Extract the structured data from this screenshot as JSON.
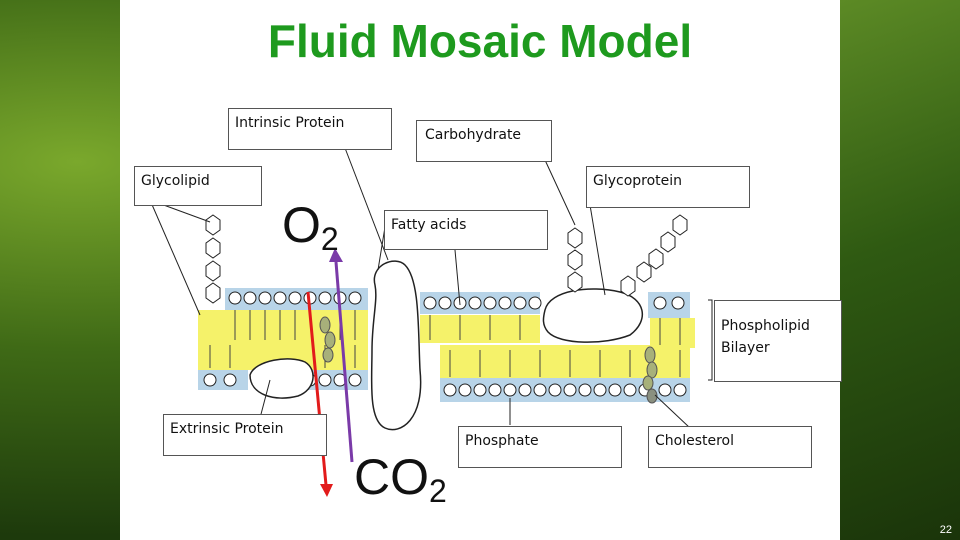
{
  "title": "Fluid Mosaic Model",
  "labels": {
    "intrinsic_protein": "Intrinsic Protein",
    "carbohydrate": "Carbohydrate",
    "glycolipid": "Glycolipid",
    "glycoprotein": "Glycoprotein",
    "fatty_acids": "Fatty acids",
    "phospholipid_bilayer": [
      "Phospholipid",
      "Bilayer"
    ],
    "extrinsic_protein": "Extrinsic Protein",
    "phosphate": "Phosphate",
    "cholesterol": "Cholesterol"
  },
  "gases": {
    "o2": {
      "symbol": "O",
      "subscript": "2"
    },
    "co2": {
      "symbol": "CO",
      "subscript": "2"
    }
  },
  "colors": {
    "title": "#1e9a1e",
    "head_band": "#b8d4e8",
    "tail_band": "#f5f26a",
    "o2_arrow": "#e21b1b",
    "co2_arrow": "#7a3aa8",
    "cholesterol": "#a7b07a"
  },
  "page_number": "22"
}
